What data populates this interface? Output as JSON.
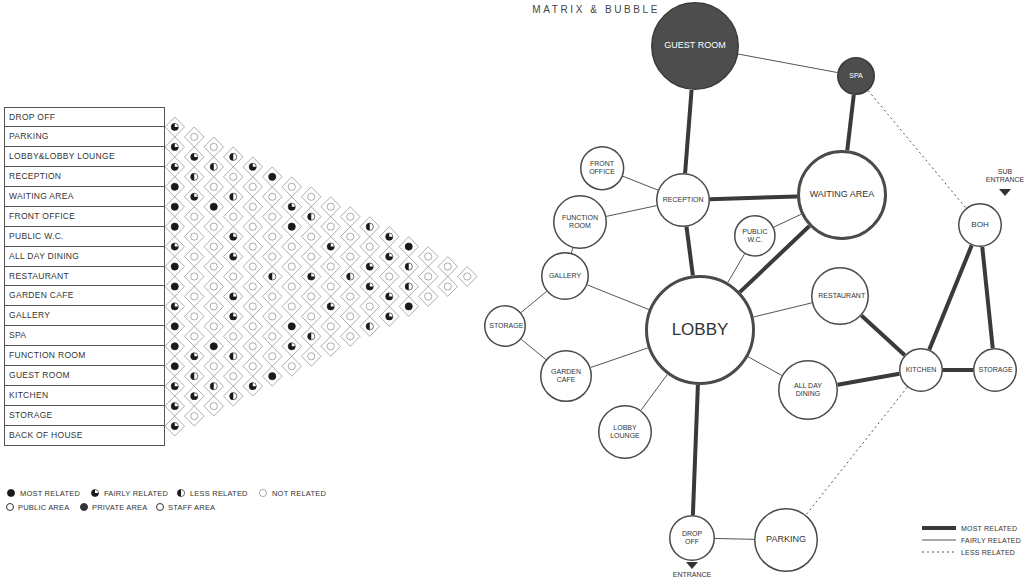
{
  "diagram": {
    "title": "MATRIX & BUBBLE",
    "nodes": [
      {
        "text": [
          "GUEST ROOM"
        ]
      },
      {
        "text": [
          "SPA"
        ]
      },
      {
        "text": [
          "FRONT OFFICE"
        ]
      },
      {
        "text": [
          "RECEPTION"
        ]
      },
      {
        "text": [
          "WAITING AREA"
        ]
      },
      {
        "text": [
          "FUNCTION ROOM"
        ]
      },
      {
        "text": [
          "BOH"
        ]
      },
      {
        "text": [
          "PUBLIC W.C."
        ]
      },
      {
        "text": [
          "GALLERY"
        ]
      },
      {
        "text": [
          "RESTAURANT"
        ]
      },
      {
        "text": [
          "LOBBY"
        ]
      },
      {
        "text": [
          "STORAGE"
        ]
      },
      {
        "text": [
          "KITCHEN"
        ]
      },
      {
        "text": [
          "STORAGE"
        ]
      },
      {
        "text": [
          "GARDEN CAFE"
        ]
      },
      {
        "text": [
          "ALL DAY DINING"
        ]
      },
      {
        "text": [
          "LOBBY LOUNGE"
        ]
      },
      {
        "text": [
          "DROP OFF"
        ]
      },
      {
        "text": [
          "PARKING"
        ]
      }
    ],
    "edges": [
      {
        "from": 0,
        "to": 3,
        "arrow": "none"
      },
      {
        "from": 0,
        "to": 1,
        "arrow": "none"
      },
      {
        "from": 1,
        "to": 4,
        "arrow": "none"
      },
      {
        "from": 1,
        "to": 6,
        "arrow": "none"
      },
      {
        "from": 2,
        "to": 3,
        "arrow": "none"
      },
      {
        "from": 3,
        "to": 4,
        "arrow": "none"
      },
      {
        "from": 3,
        "to": 10,
        "arrow": "none"
      },
      {
        "from": 3,
        "to": 5,
        "arrow": "none"
      },
      {
        "from": 4,
        "to": 10,
        "arrow": "none"
      },
      {
        "from": 4,
        "to": 7,
        "arrow": "none"
      },
      {
        "from": 7,
        "to": 10,
        "arrow": "none"
      },
      {
        "from": 5,
        "to": 8,
        "arrow": "none"
      },
      {
        "from": 8,
        "to": 10,
        "arrow": "none"
      },
      {
        "from": 8,
        "to": 11,
        "arrow": "none"
      },
      {
        "from": 11,
        "to": 14,
        "arrow": "none"
      },
      {
        "from": 14,
        "to": 10,
        "arrow": "none"
      },
      {
        "from": 16,
        "to": 10,
        "arrow": "none"
      },
      {
        "from": 10,
        "to": 9,
        "arrow": "none"
      },
      {
        "from": 10,
        "to": 15,
        "arrow": "none"
      },
      {
        "from": 10,
        "to": 17,
        "arrow": "none"
      },
      {
        "from": 9,
        "to": 12,
        "arrow": "none"
      },
      {
        "from": 15,
        "to": 12,
        "arrow": "none"
      },
      {
        "from": 12,
        "to": 6,
        "arrow": "none"
      },
      {
        "from": 12,
        "to": 13,
        "arrow": "none"
      },
      {
        "from": 6,
        "to": 13,
        "arrow": "none"
      },
      {
        "from": 12,
        "to": 18,
        "arrow": "none"
      },
      {
        "from": 17,
        "to": 18,
        "arrow": "none"
      }
    ],
    "labels": [
      "DROP OFF",
      "PARKING",
      "LOBBY&LOBBY LOUNGE",
      "RECEPTION",
      "WAITING AREA",
      "FRONT OFFICE",
      "PUBLIC W.C.",
      "ALL DAY DINING",
      "RESTAURANT",
      "GARDEN CAFE",
      "GALLERY",
      "SPA",
      "FUNCTION ROOM",
      "GUEST ROOM",
      "KITCHEN",
      "STORAGE",
      "BACK OF HOUSE",
      "ENTRANCE",
      "SUB ENTRANCE"
    ],
    "legend": [
      {
        "text": "MOST RELATED"
      },
      {
        "text": "FAIRLY RELATED"
      },
      {
        "text": "LESS RELATED"
      },
      {
        "text": "NOT RELATED"
      },
      {
        "text": "PUBLIC AREA",
        "color": "#ffffff"
      },
      {
        "text": "PRIVATE AREA",
        "color": "#333333"
      },
      {
        "text": "STAFF AREA",
        "color": "#ffffff"
      },
      {
        "text": "MOST RELATED"
      },
      {
        "text": "FAIRLY RELATED"
      },
      {
        "text": "LESS RELATED"
      }
    ]
  }
}
